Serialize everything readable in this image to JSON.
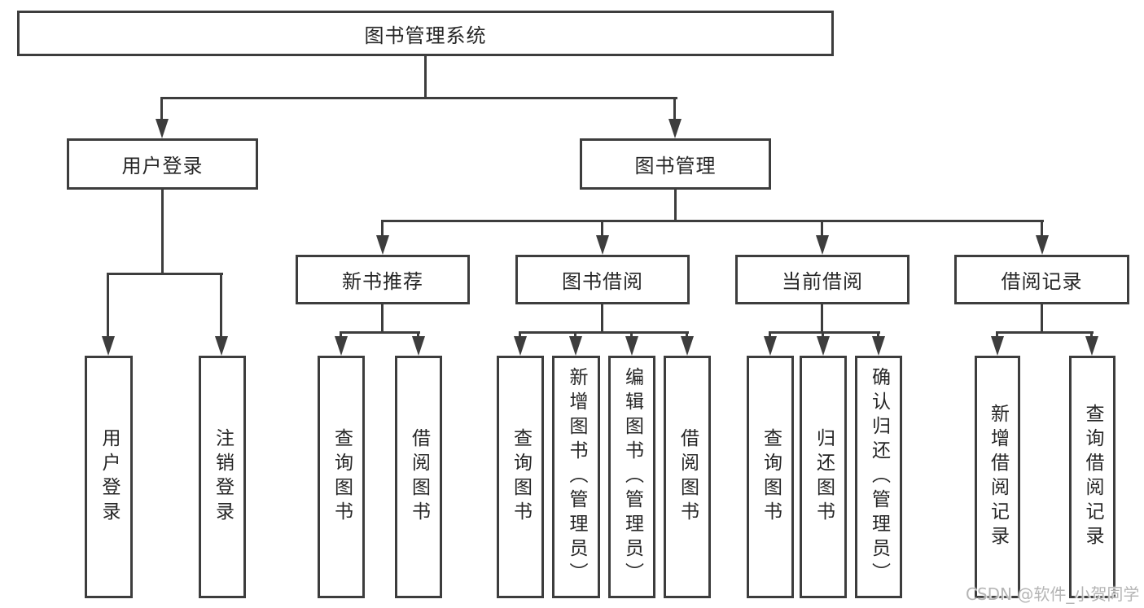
{
  "colors": {
    "line": "#3d3d3d",
    "text": "#262626",
    "background": "#ffffff",
    "watermark": "#b5b5b5"
  },
  "watermark": "CSDN @软件_小贺同学",
  "tree": {
    "label": "图书管理系统",
    "children": [
      {
        "label": "用户登录",
        "children": [
          {
            "label": "用户登录"
          },
          {
            "label": "注销登录"
          }
        ]
      },
      {
        "label": "图书管理",
        "children": [
          {
            "label": "新书推荐",
            "children": [
              {
                "label": "查询图书"
              },
              {
                "label": "借阅图书"
              }
            ]
          },
          {
            "label": "图书借阅",
            "children": [
              {
                "label": "查询图书"
              },
              {
                "label": "新增图书（管理员）"
              },
              {
                "label": "编辑图书（管理员）"
              },
              {
                "label": "借阅图书"
              }
            ]
          },
          {
            "label": "当前借阅",
            "children": [
              {
                "label": "查询图书"
              },
              {
                "label": "归还图书"
              },
              {
                "label": "确认归还（管理员）"
              }
            ]
          },
          {
            "label": "借阅记录",
            "children": [
              {
                "label": "新增借阅记录"
              },
              {
                "label": "查询借阅记录"
              }
            ]
          }
        ]
      }
    ]
  }
}
